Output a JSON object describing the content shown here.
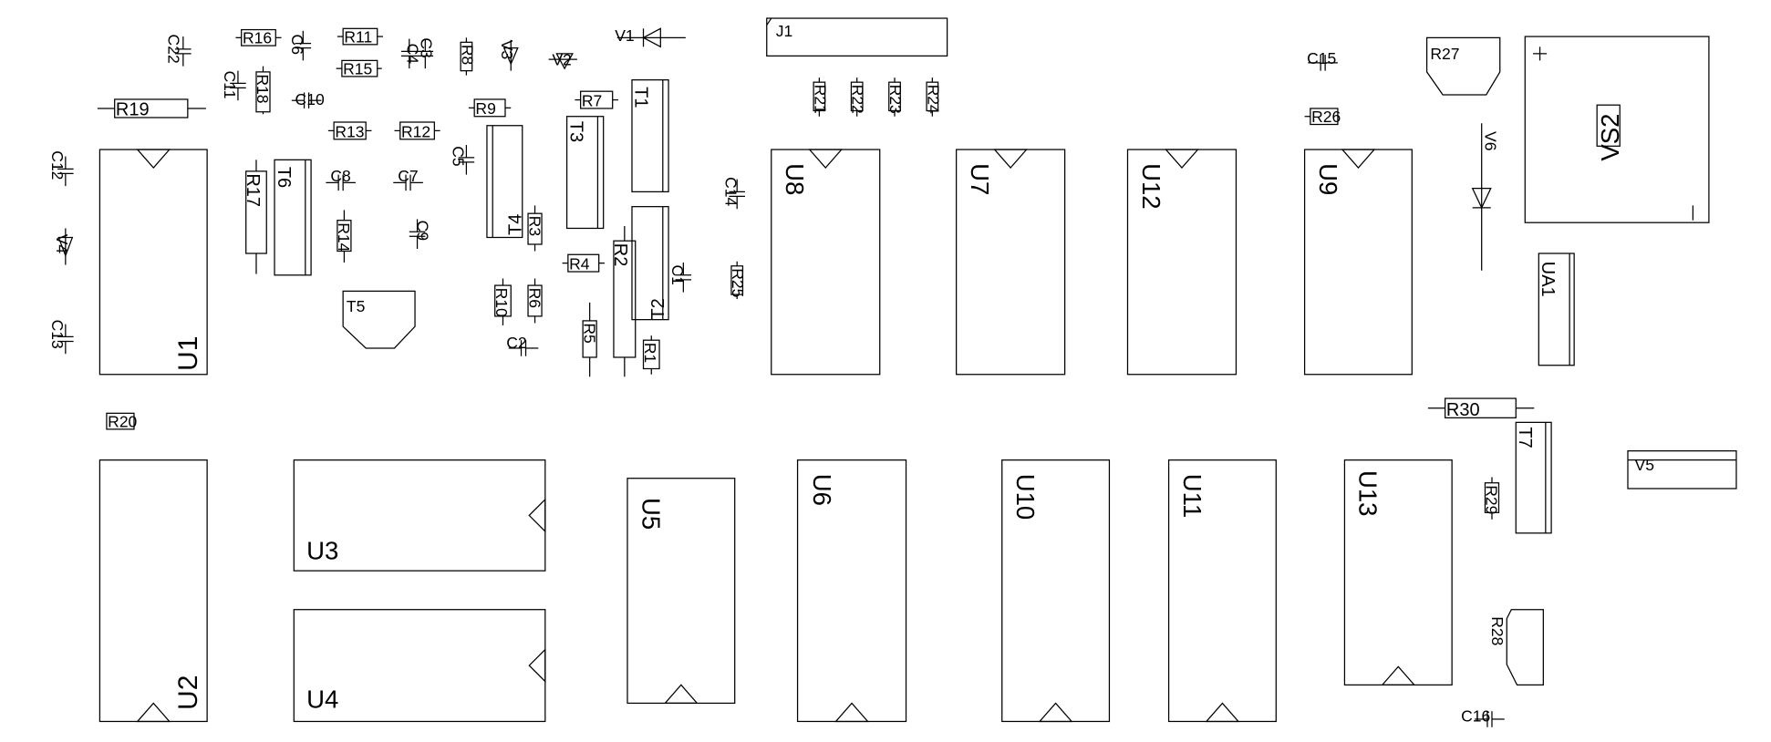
{
  "title": "PCB component placement",
  "components": {
    "U1": "U1",
    "U2": "U2",
    "U3": "U3",
    "U4": "U4",
    "U5": "U5",
    "U6": "U6",
    "U7": "U7",
    "U8": "U8",
    "U9": "U9",
    "U10": "U10",
    "U11": "U11",
    "U12": "U12",
    "U13": "U13",
    "UA1": "UA1",
    "VS2": "VS2",
    "J1": "J1",
    "T1": "T1",
    "T2": "T2",
    "T3": "T3",
    "T4": "T4",
    "T5": "T5",
    "T6": "T6",
    "T7": "T7",
    "R1": "R1",
    "R2": "R2",
    "R3": "R3",
    "R4": "R4",
    "R5": "R5",
    "R6": "R6",
    "R7": "R7",
    "R8": "R8",
    "R9": "R9",
    "R10": "R10",
    "R11": "R11",
    "R12": "R12",
    "R13": "R13",
    "R14": "R14",
    "R15": "R15",
    "R16": "R16",
    "R17": "R17",
    "R18": "R18",
    "R19": "R19",
    "R20": "R20",
    "R21": "R21",
    "R22": "R22",
    "R23": "R23",
    "R24": "R24",
    "R25": "R25",
    "R26": "R26",
    "R27": "R27",
    "R28": "R28",
    "R29": "R29",
    "R30": "R30",
    "C1": "C1",
    "C2": "C2",
    "C3": "C3",
    "C4": "C4",
    "C5": "C5",
    "C6": "C6",
    "C7": "C7",
    "C8": "C8",
    "C9": "C9",
    "C10": "C10",
    "C11": "C11",
    "C12": "C12",
    "C13": "C13",
    "C14": "C14",
    "C15": "C15",
    "C16": "C16",
    "C22": "C22",
    "V1": "V1",
    "V2": "V2",
    "V3": "V3",
    "V4": "V4",
    "V5": "V5",
    "V6": "V6"
  }
}
